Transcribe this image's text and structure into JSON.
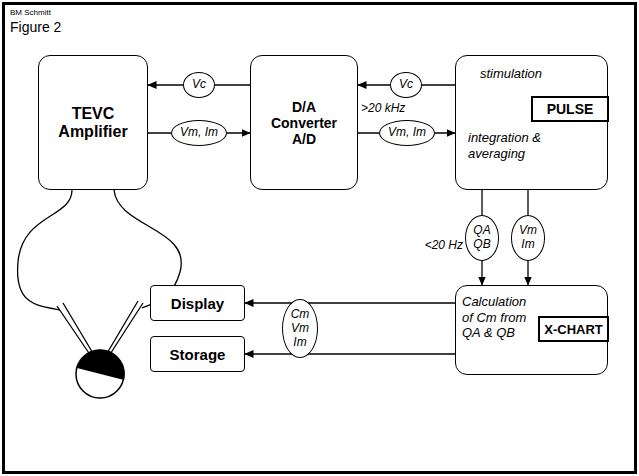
{
  "diagram": {
    "title": "Figure 2",
    "nodes": [
      {
        "text": [
          "TEVC Amplifier"
        ]
      },
      {
        "text": [
          "D/A Converter A/D"
        ]
      },
      {
        "text": [
          "stimulation",
          "integration & averaging"
        ]
      },
      {
        "text": [
          "PULSE"
        ],
        "in": 2
      },
      {
        "text": [
          "Display"
        ]
      },
      {
        "text": [
          "Storage"
        ]
      },
      {
        "text": [
          "Calculation of Cm from QA & QB"
        ]
      },
      {
        "text": [
          "X-CHART"
        ],
        "in": 6
      }
    ],
    "edges": [
      {
        "from": 1,
        "to": 0,
        "label": "Vc",
        "arrow": "to"
      },
      {
        "from": 0,
        "to": 1,
        "label": "Vm, Im",
        "arrow": "to"
      },
      {
        "from": 2,
        "to": 1,
        "label": "Vc",
        "arrow": "to"
      },
      {
        "from": 1,
        "to": 2,
        "label": "Vm, Im",
        "arrow": "to"
      },
      {
        "from": 2,
        "to": 6,
        "label": "QA QB",
        "arrow": "to"
      },
      {
        "from": 2,
        "to": 6,
        "label": "Vm Im",
        "arrow": "to"
      },
      {
        "from": 6,
        "to": 4,
        "label": "Cm Vm Im",
        "arrow": "to"
      },
      {
        "from": 6,
        "to": 5,
        "arrow": "to"
      }
    ],
    "labels": [
      "BM Schmitt",
      ">20 kHz",
      "<20 Hz"
    ]
  }
}
